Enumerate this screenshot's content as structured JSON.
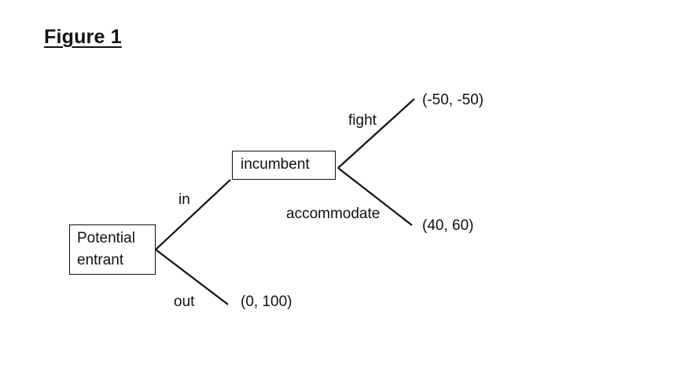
{
  "figure": {
    "title": "Figure 1"
  },
  "nodes": {
    "potential_entrant": {
      "line1": "Potential",
      "line2": "entrant"
    },
    "incumbent": {
      "label": "incumbent"
    }
  },
  "branches": {
    "in": "in",
    "out": "out",
    "fight": "fight",
    "accommodate": "accommodate"
  },
  "payoffs": {
    "fight": "(-50, -50)",
    "accommodate": "(40, 60)",
    "out": "(0, 100)"
  },
  "colors": {
    "ink": "#111111",
    "background": "#ffffff"
  }
}
